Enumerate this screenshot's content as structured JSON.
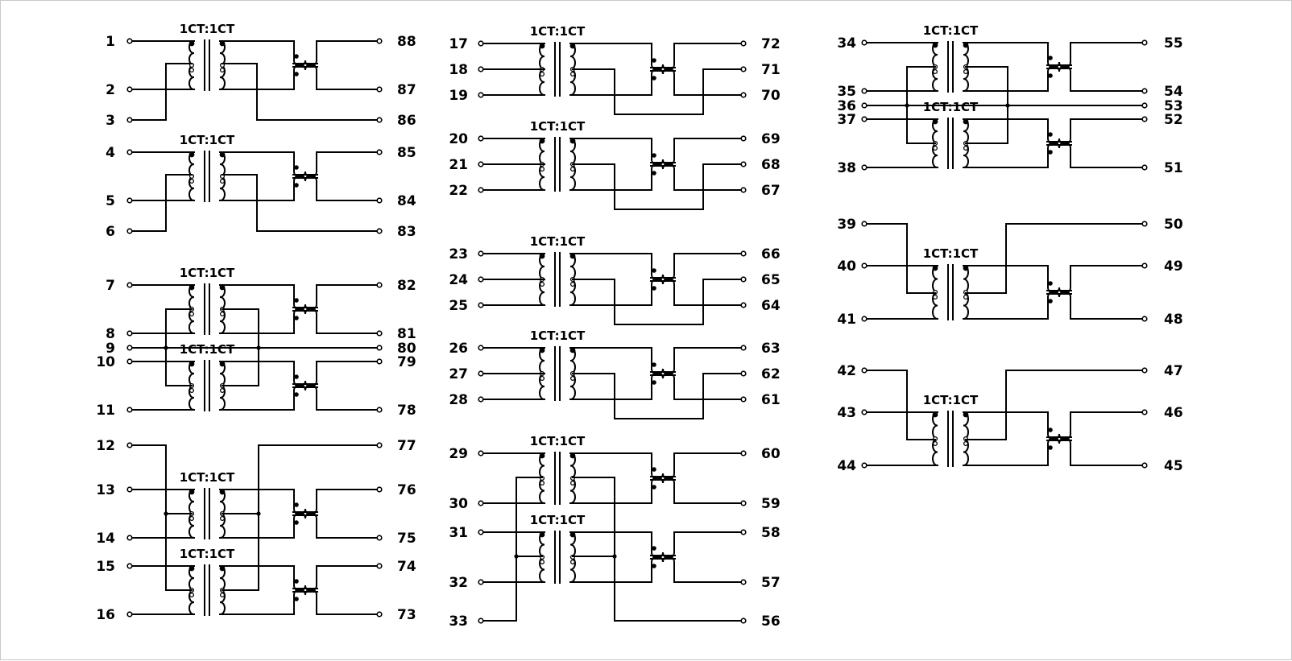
{
  "transformer_label": "1CT:1CT",
  "groups": [
    {
      "type": "A",
      "pins": [
        "1",
        "2",
        "3",
        "88",
        "87",
        "86"
      ]
    },
    {
      "type": "A",
      "pins": [
        "4",
        "5",
        "6",
        "85",
        "84",
        "83"
      ]
    },
    {
      "type": "P",
      "pins": [
        "7",
        "8",
        "9",
        "10",
        "11",
        "82",
        "81",
        "80",
        "79",
        "78"
      ]
    },
    {
      "type": "Q",
      "pins": [
        "12",
        "13",
        "14",
        "15",
        "16",
        "77",
        "76",
        "75",
        "74",
        "73"
      ]
    },
    {
      "type": "B",
      "pins": [
        "17",
        "18",
        "19",
        "72",
        "71",
        "70"
      ]
    },
    {
      "type": "B",
      "pins": [
        "20",
        "21",
        "22",
        "69",
        "68",
        "67"
      ]
    },
    {
      "type": "B",
      "pins": [
        "23",
        "24",
        "25",
        "66",
        "65",
        "64"
      ]
    },
    {
      "type": "B",
      "pins": [
        "26",
        "27",
        "28",
        "63",
        "62",
        "61"
      ]
    },
    {
      "type": "Q",
      "pins": [
        "29",
        "30",
        "31",
        "32",
        "33",
        "60",
        "59",
        "58",
        "57",
        "56"
      ]
    },
    {
      "type": "P",
      "pins": [
        "34",
        "35",
        "36",
        "37",
        "38",
        "55",
        "54",
        "53",
        "52",
        "51"
      ]
    },
    {
      "type": "C",
      "pins": [
        "39",
        "40",
        "41",
        "50",
        "49",
        "48"
      ]
    },
    {
      "type": "C",
      "pins": [
        "42",
        "43",
        "44",
        "47",
        "46",
        "45"
      ]
    }
  ]
}
